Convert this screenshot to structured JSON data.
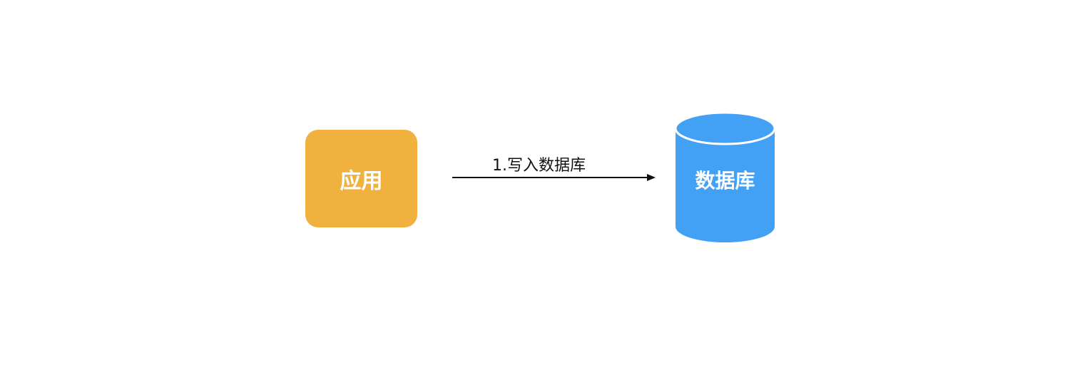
{
  "nodes": {
    "app": {
      "label": "应用",
      "color": "#F0B13F"
    },
    "database": {
      "label": "数据库",
      "color": "#42A1F5"
    }
  },
  "edges": [
    {
      "from": "app",
      "to": "database",
      "label": "1.写入数据库"
    }
  ]
}
